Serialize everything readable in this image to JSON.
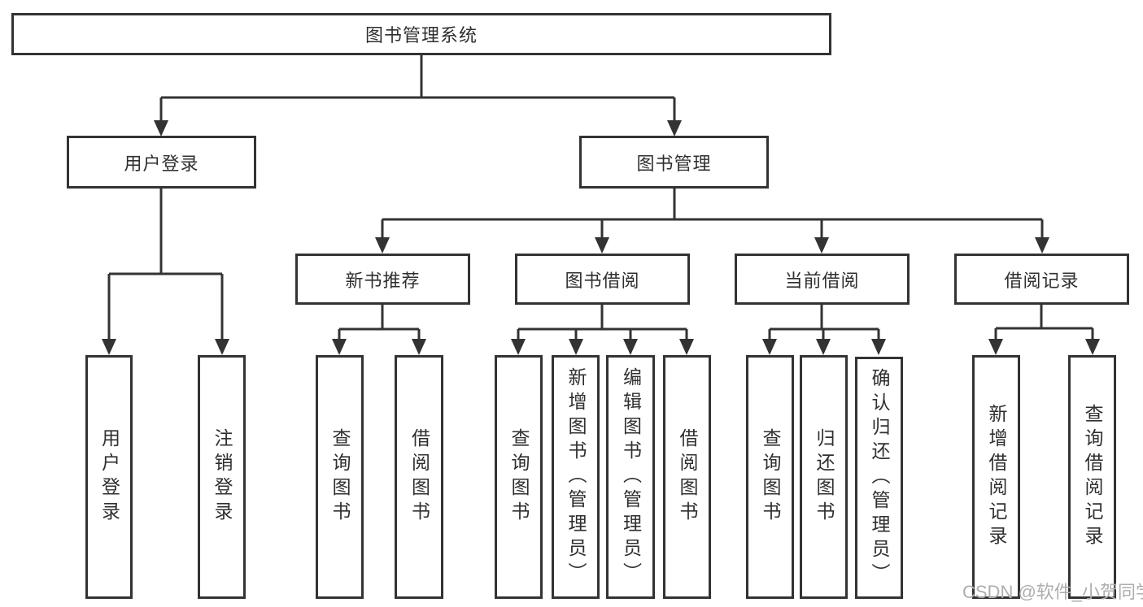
{
  "diagram_type": "hierarchy-tree",
  "tree": {
    "label": "图书管理系统",
    "children": [
      {
        "label": "用户登录",
        "children": [
          {
            "label": "用户登录"
          },
          {
            "label": "注销登录"
          }
        ]
      },
      {
        "label": "图书管理",
        "children": [
          {
            "label": "新书推荐",
            "children": [
              {
                "label": "查询图书"
              },
              {
                "label": "借阅图书"
              }
            ]
          },
          {
            "label": "图书借阅",
            "children": [
              {
                "label": "查询图书"
              },
              {
                "label": "新增图书（管理员）"
              },
              {
                "label": "编辑图书（管理员）"
              },
              {
                "label": "借阅图书"
              }
            ]
          },
          {
            "label": "当前借阅",
            "children": [
              {
                "label": "查询图书"
              },
              {
                "label": "归还图书"
              },
              {
                "label": "确认归还（管理员）"
              }
            ]
          },
          {
            "label": "借阅记录",
            "children": [
              {
                "label": "新增借阅记录"
              },
              {
                "label": "查询借阅记录"
              }
            ]
          }
        ]
      }
    ]
  },
  "watermark": "CSDN @软件_小贺同学",
  "colors": {
    "line": "#333333",
    "border": "#333333",
    "text": "#2f2f2f",
    "watermark": "#aeaeae",
    "background": "#ffffff"
  }
}
